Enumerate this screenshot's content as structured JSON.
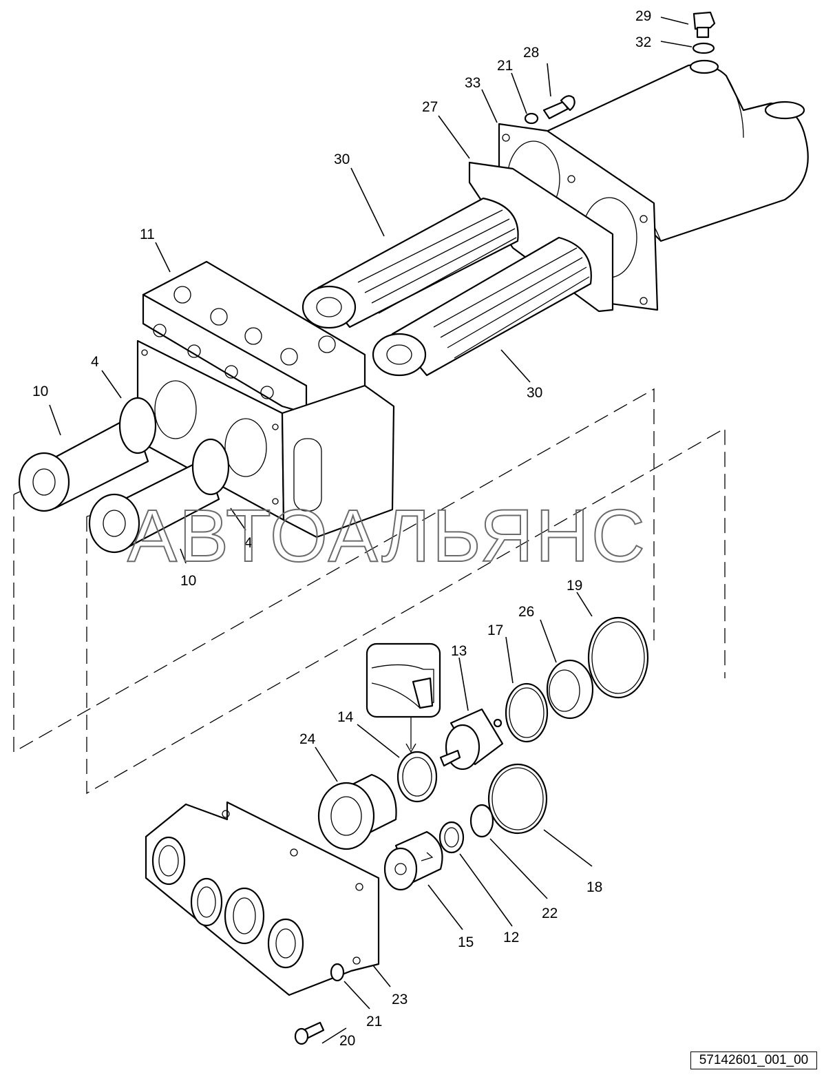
{
  "diagram": {
    "watermark": "АВТОАЛЬЯНС",
    "document_code": "57142601_001_00",
    "callouts": [
      {
        "id": "c29",
        "text": "29"
      },
      {
        "id": "c32",
        "text": "32"
      },
      {
        "id": "c28",
        "text": "28"
      },
      {
        "id": "c21a",
        "text": "21"
      },
      {
        "id": "c33",
        "text": "33"
      },
      {
        "id": "c27",
        "text": "27"
      },
      {
        "id": "c30a",
        "text": "30"
      },
      {
        "id": "c11",
        "text": "11"
      },
      {
        "id": "c30b",
        "text": "30"
      },
      {
        "id": "c4a",
        "text": "4"
      },
      {
        "id": "c10a",
        "text": "10"
      },
      {
        "id": "c4b",
        "text": "4"
      },
      {
        "id": "c10b",
        "text": "10"
      },
      {
        "id": "c19",
        "text": "19"
      },
      {
        "id": "c26",
        "text": "26"
      },
      {
        "id": "c17",
        "text": "17"
      },
      {
        "id": "c13",
        "text": "13"
      },
      {
        "id": "c14",
        "text": "14"
      },
      {
        "id": "c24",
        "text": "24"
      },
      {
        "id": "c18",
        "text": "18"
      },
      {
        "id": "c22",
        "text": "22"
      },
      {
        "id": "c12",
        "text": "12"
      },
      {
        "id": "c15",
        "text": "15"
      },
      {
        "id": "c23",
        "text": "23"
      },
      {
        "id": "c21b",
        "text": "21"
      },
      {
        "id": "c20",
        "text": "20"
      }
    ]
  }
}
